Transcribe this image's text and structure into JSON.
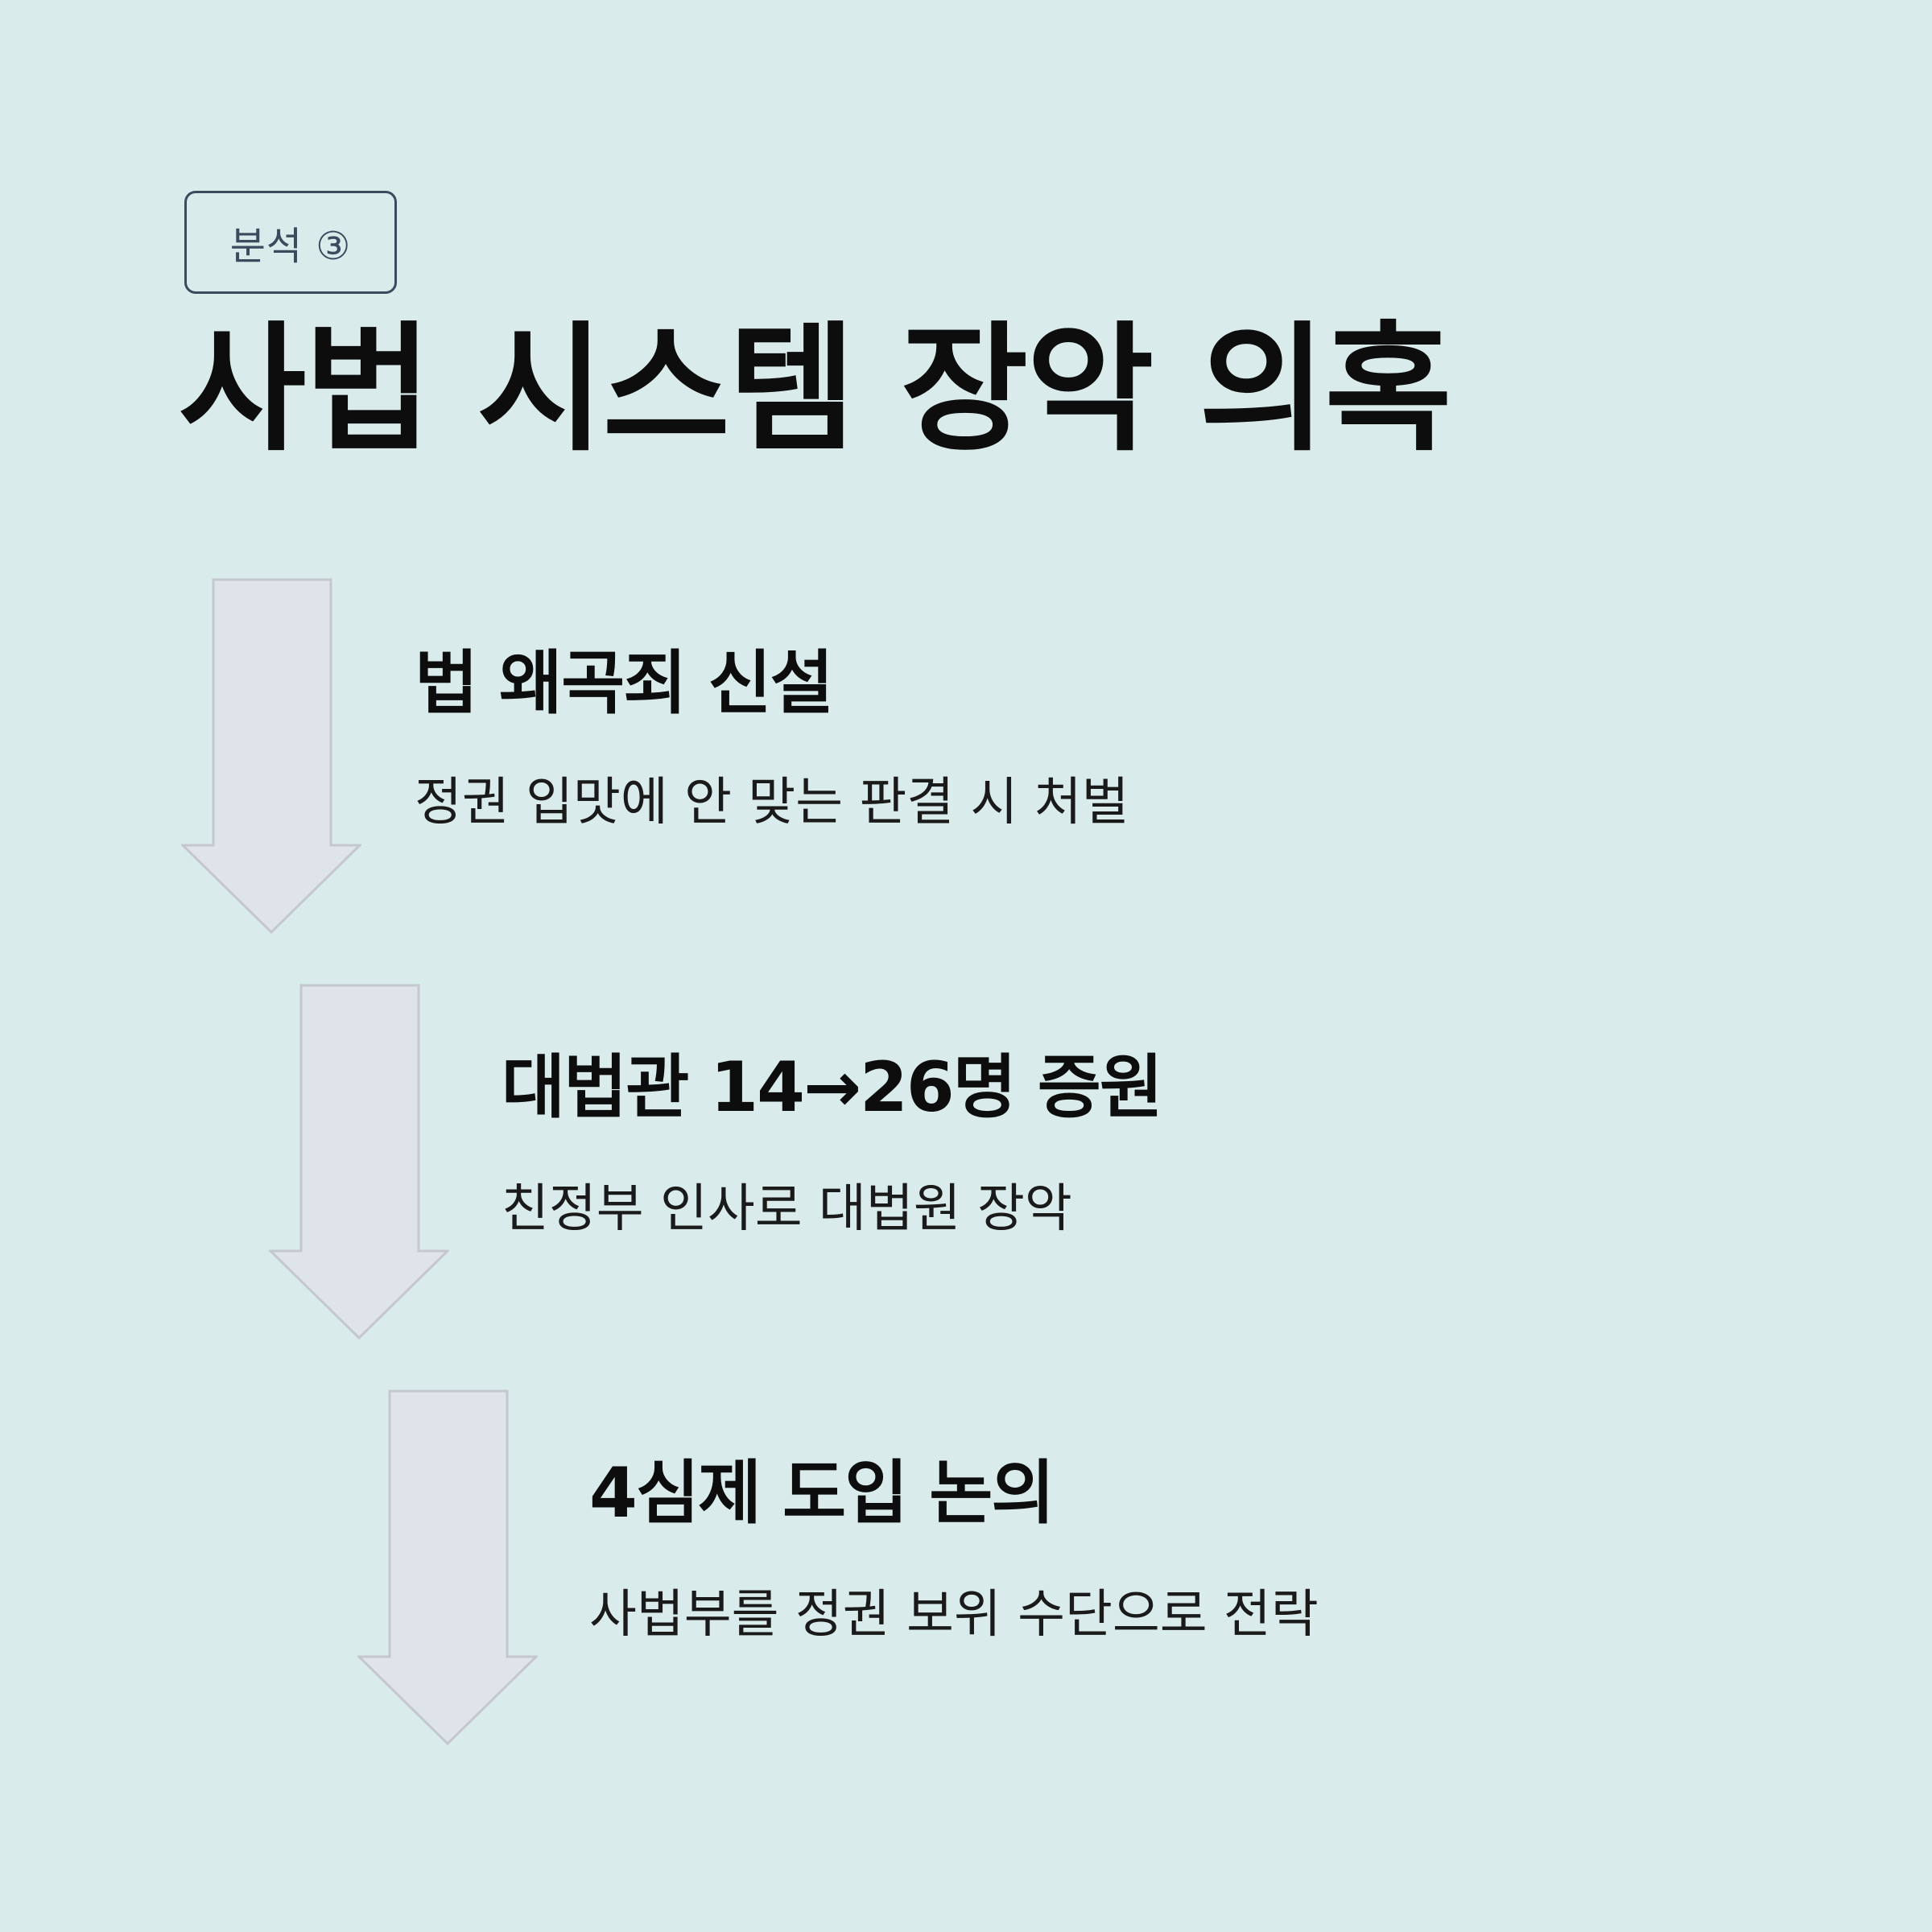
{
  "badge": "분석 ③",
  "title": "사법 시스템 장악 의혹",
  "steps": [
    {
      "heading": "법 왜곡죄 신설",
      "description": "정권 입맛에 안 맞는 판결 시 처벌"
    },
    {
      "heading": "대법관 14→26명 증원",
      "description": "친정부 인사로 대법원 장악"
    },
    {
      "heading": "4심제 도입 논의",
      "description": "사법부를 정권 보위 수단으로 전락"
    }
  ],
  "colors": {
    "background": "#d9ebeb",
    "arrow_fill": "#dfe3ea",
    "arrow_stroke": "#c4c8ce",
    "badge_border": "#3b4a5c",
    "text": "#111111"
  },
  "icons": [
    "down-arrow-icon",
    "down-arrow-icon",
    "down-arrow-icon"
  ]
}
